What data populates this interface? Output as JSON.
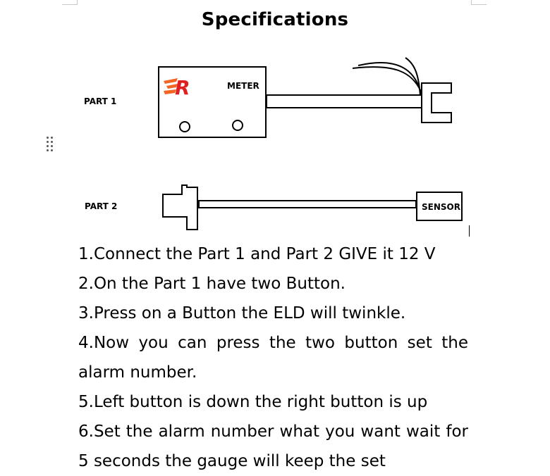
{
  "document": {
    "title": "Specifications",
    "part1_label": "PART 1",
    "part2_label": "PART 2",
    "meter_label": "METER",
    "sensor_label": "SENSOR",
    "logo_letter": "R",
    "steps": [
      "1.Connect the Part 1 and Part 2 GIVE it 12 V",
      "2.On the Part 1 have two Button.",
      "3.Press on a Button the ELD will twinkle.",
      "4.Now you can press the two button set the alarm number.",
      "5.Left button is down the right button is up",
      "6.Set the alarm number what you want wait for 5 seconds the gauge will keep the set"
    ]
  },
  "colors": {
    "logo_orange": "#f26522",
    "logo_red": "#e02020",
    "ink": "#000000"
  },
  "icons": {
    "drag_handle": "drag-handle-icon",
    "logo": "flame-r-logo"
  }
}
